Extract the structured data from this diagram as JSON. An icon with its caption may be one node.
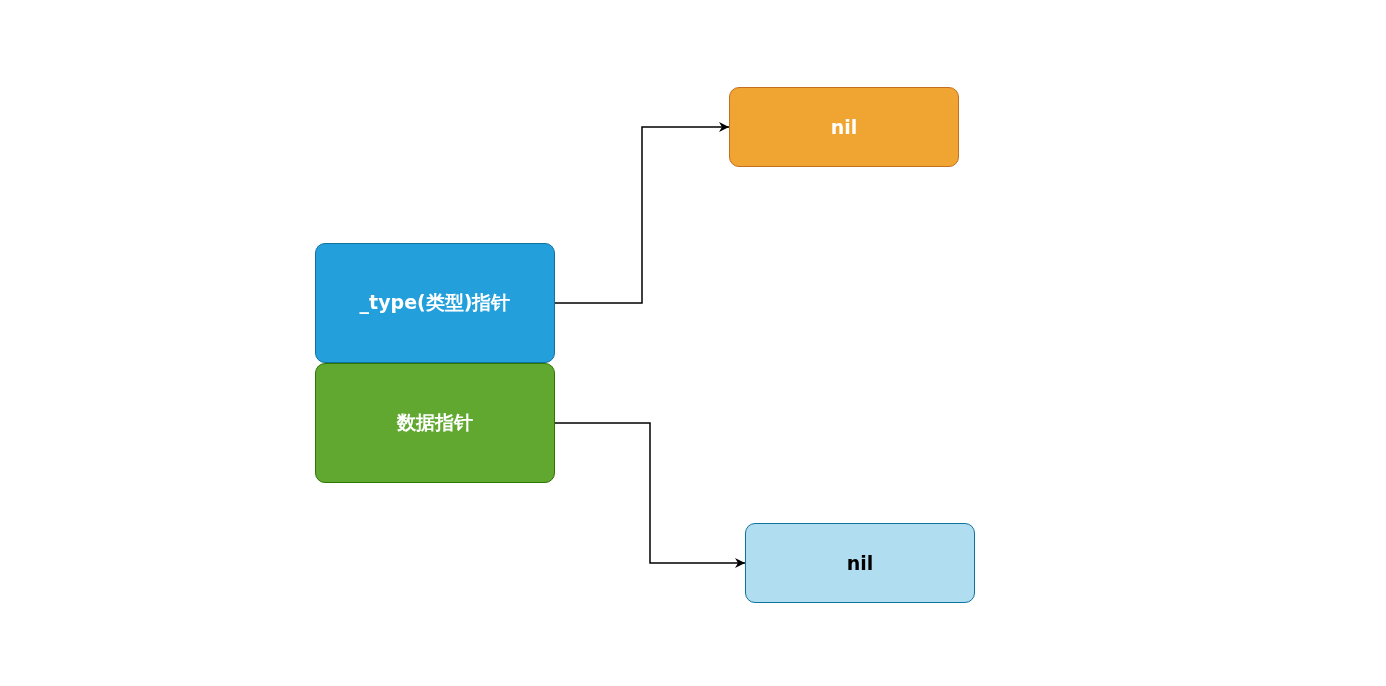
{
  "diagram": {
    "nodes": [
      {
        "text": [
          "_type(类型)指针"
        ]
      },
      {
        "text": [
          "数据指针"
        ]
      },
      {
        "text": [
          "nil"
        ]
      },
      {
        "text": [
          "nil"
        ]
      }
    ],
    "edges": [
      {
        "from": 0,
        "to": 2,
        "arrow": "to"
      },
      {
        "from": 1,
        "to": 3,
        "arrow": "to"
      }
    ]
  }
}
